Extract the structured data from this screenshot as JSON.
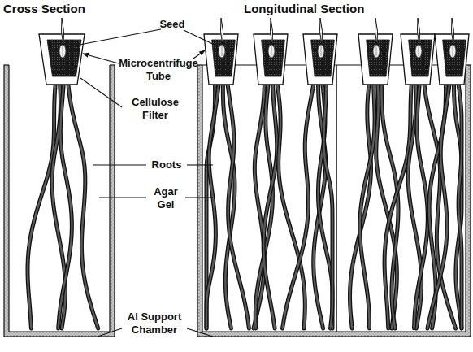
{
  "diagram": {
    "labels": [
      "Cross Section",
      "Longitudinal Section",
      "Seed",
      "Microcentrifuge Tube",
      "Cellulose Filter",
      "Roots",
      "Agar Gel",
      "Al Support Chamber"
    ]
  }
}
